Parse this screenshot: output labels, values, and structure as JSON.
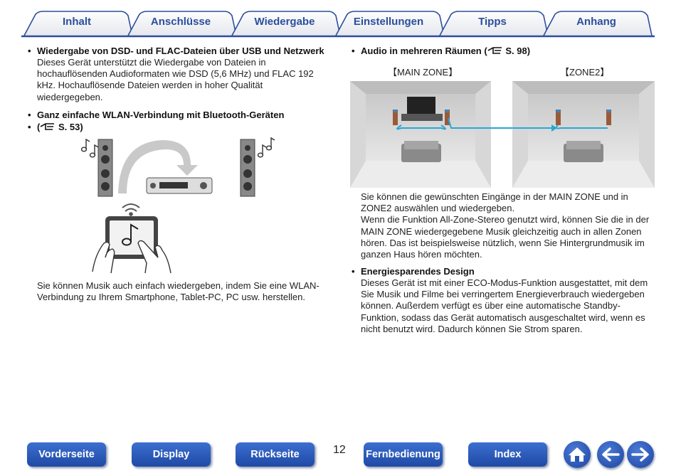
{
  "tabs": [
    "Inhalt",
    "Anschlüsse",
    "Wiedergabe",
    "Einstellungen",
    "Tipps",
    "Anhang"
  ],
  "left": {
    "dsd_title": "Wiedergabe von DSD- und FLAC-Dateien über USB und Netzwerk",
    "dsd_text": [
      "Dieses Gerät unterstützt die Wiedergabe von Dateien in",
      "hochauflösenden Audioformaten wie DSD (5,6 MHz) und FLAC 192",
      "kHz. Hochauflösende Dateien werden in hoher Qualität",
      "wiedergegeben."
    ],
    "wlan_title": "Ganz einfache WLAN-Verbindung mit Bluetooth-Geräten",
    "wlan_ref": "S. 53)",
    "wlan_text": [
      "Sie können Musik auch einfach wiedergeben, indem Sie eine WLAN-",
      "Verbindung zu Ihrem Smartphone, Tablet-PC, PC usw. herstellen."
    ]
  },
  "right": {
    "multi_title": "Audio in mehreren Räumen",
    "multi_ref": "S. 98)",
    "main_zone": "【MAIN ZONE】",
    "zone2": "【ZONE2】",
    "multi_text": [
      "Sie können die gewünschten Eingänge in der MAIN ZONE und in",
      "ZONE2 auswählen und wiedergeben.",
      "Wenn die Funktion All-Zone-Stereo genutzt wird, können Sie die in der",
      "MAIN ZONE wiedergegebene Musik gleichzeitig auch in allen Zonen",
      "hören. Das ist beispielsweise nützlich, wenn Sie Hintergrundmusik im",
      "ganzen Haus hören möchten."
    ],
    "eco_title": "Energiesparendes Design",
    "eco_text": [
      "Dieses Gerät ist mit einer ECO-Modus-Funktion ausgestattet, mit dem",
      "Sie Musik und Filme bei verringertem Energieverbrauch wiedergeben",
      "können. Außerdem verfügt es über eine automatische Standby-",
      "Funktion, sodass das Gerät automatisch ausgeschaltet wird, wenn es",
      "nicht benutzt wird. Dadurch können Sie Strom sparen."
    ]
  },
  "nav": {
    "vorderseite": "Vorderseite",
    "display": "Display",
    "rueckseite": "Rückseite",
    "page": "12",
    "fernbedienung": "Fernbedienung",
    "index": "Index"
  },
  "colors": {
    "tab_text": "#2b4f9c",
    "nav_blue": "#1f49a6",
    "arrow_cyan": "#2aa6d8"
  }
}
